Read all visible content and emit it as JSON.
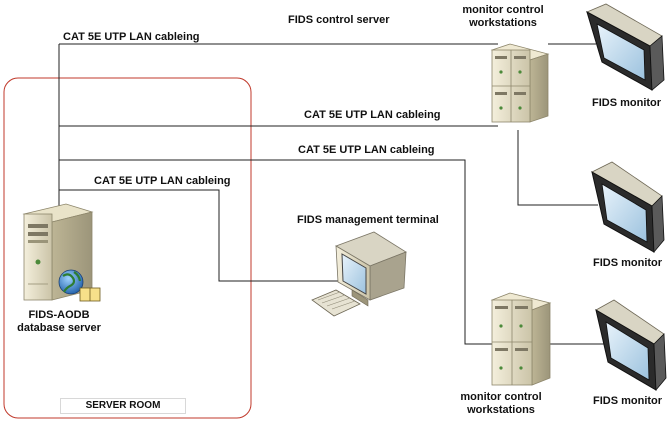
{
  "labels": {
    "cable_top_left": "CAT 5E UTP LAN cableing",
    "control_server": "FIDS control server",
    "workstations_top": "monitor control\nworkstations",
    "monitor_top": "FIDS monitor",
    "cable_mid_right": "CAT 5E UTP LAN cableing",
    "cable_mid": "CAT 5E UTP LAN cableing",
    "monitor_mid": "FIDS monitor",
    "cable_terminal": "CAT 5E UTP LAN cableing",
    "management_terminal": "FIDS management terminal",
    "database_server": "FIDS-AODB\ndatabase server",
    "workstations_bottom": "monitor control\nworkstations",
    "monitor_bottom": "FIDS monitor",
    "server_room": "SERVER ROOM"
  },
  "icons": {
    "database_server": "tower-server-icon",
    "globe_badge": "globe-icon",
    "terminal": "desktop-computer-icon",
    "workstations": "server-stack-icon",
    "monitors": "crt-monitor-icon"
  },
  "colors": {
    "server_room_border": "#c0392b",
    "cable_lines": "#222222"
  }
}
